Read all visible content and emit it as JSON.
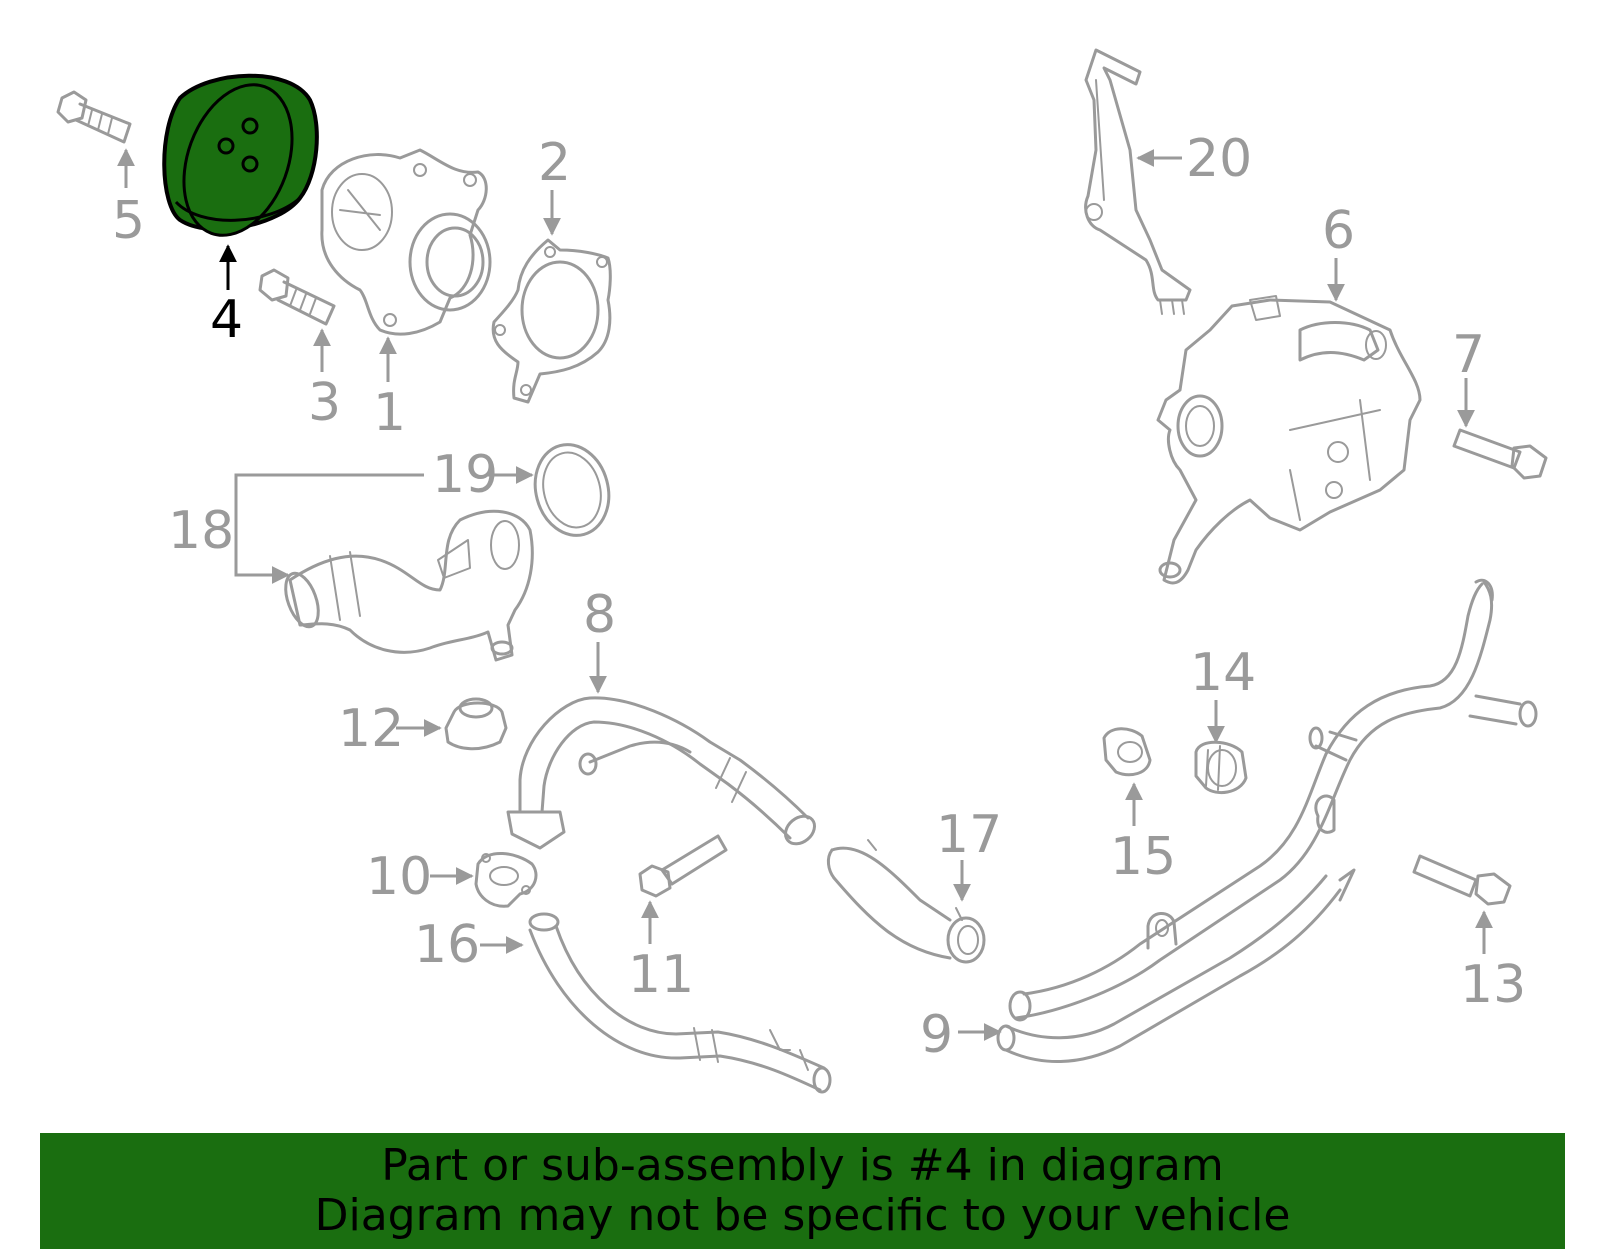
{
  "labels": {
    "p1": "1",
    "p2": "2",
    "p3": "3",
    "p4": "4",
    "p5": "5",
    "p6": "6",
    "p7": "7",
    "p8": "8",
    "p9": "9",
    "p10": "10",
    "p11": "11",
    "p12": "12",
    "p13": "13",
    "p14": "14",
    "p15": "15",
    "p16": "16",
    "p17": "17",
    "p18": "18",
    "p19": "19",
    "p20": "20"
  },
  "highlight": {
    "part": "4",
    "color": "#1a6e10"
  },
  "banner": {
    "line1": "Part or sub-assembly is #4 in diagram",
    "line2": "Diagram may not be specific to your vehicle",
    "color": "#1a6e10"
  }
}
